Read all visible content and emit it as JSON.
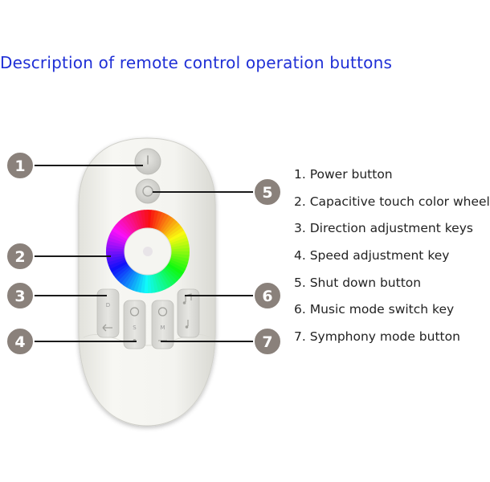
{
  "title": "Description of remote control operation buttons",
  "callouts": [
    "1",
    "2",
    "3",
    "4",
    "5",
    "6",
    "7"
  ],
  "legend": [
    "1. Power button",
    "2. Capacitive touch color wheel",
    "3. Direction adjustment keys",
    "4. Speed adjustment key",
    "5. Shut down button",
    "6. Music mode switch key",
    "7. Symphony mode button"
  ],
  "key_letters": {
    "d": "D",
    "s": "S",
    "m": "M"
  },
  "colors": {
    "title": "#1f2fd6",
    "callout_circle": "#8a817b",
    "leader_line": "#1a1a1a",
    "remote_body": "#f2f2ee",
    "key": "#dcdcd8"
  },
  "icons": [
    "power-icon",
    "color-wheel",
    "direction-key-icon",
    "speed-key-icon",
    "music-key-icon",
    "symphony-key-icon"
  ]
}
